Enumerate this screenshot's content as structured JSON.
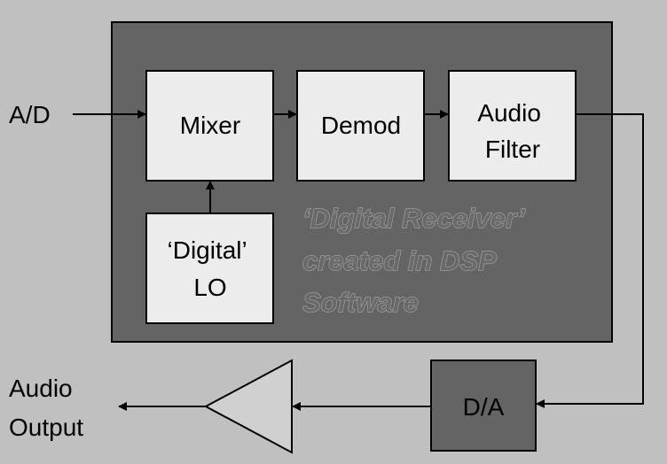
{
  "colors": {
    "background": "#c0c0c0",
    "panel": "#646464",
    "block": "#ececec",
    "caption": "#a6a6a6",
    "line": "#000000"
  },
  "input_label": "A/D",
  "output_label": [
    "Audio",
    "Output"
  ],
  "blocks": {
    "mixer": [
      "Mixer"
    ],
    "demod": [
      "Demod"
    ],
    "audio_filter": [
      "Audio",
      "Filter"
    ],
    "lo": [
      "‘Digital’",
      "LO"
    ],
    "da": [
      "D/A"
    ]
  },
  "caption": [
    "‘Digital Receiver’",
    "created in DSP",
    "Software"
  ]
}
